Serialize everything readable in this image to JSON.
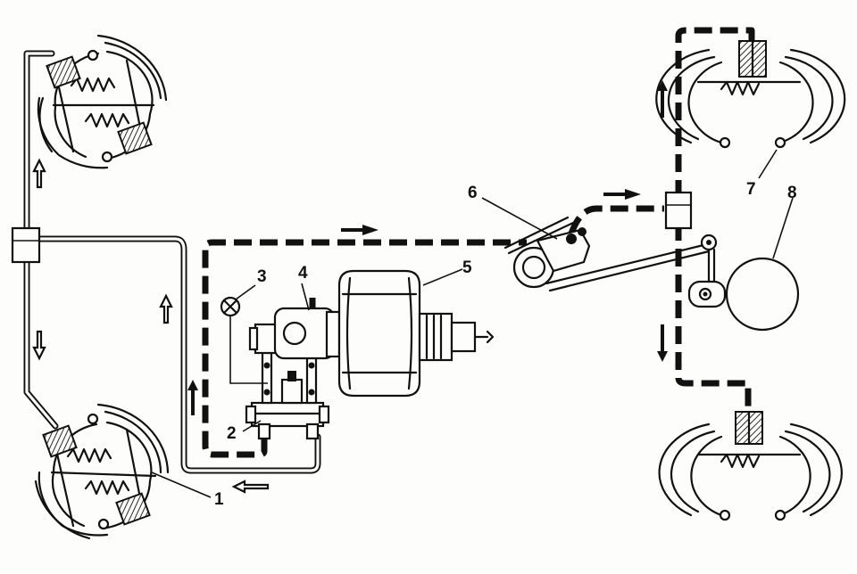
{
  "diagram": {
    "labels": {
      "l1": "1",
      "l2": "2",
      "l3": "3",
      "l4": "4",
      "l5": "5",
      "l6": "6",
      "l7": "7",
      "l8": "8"
    }
  }
}
